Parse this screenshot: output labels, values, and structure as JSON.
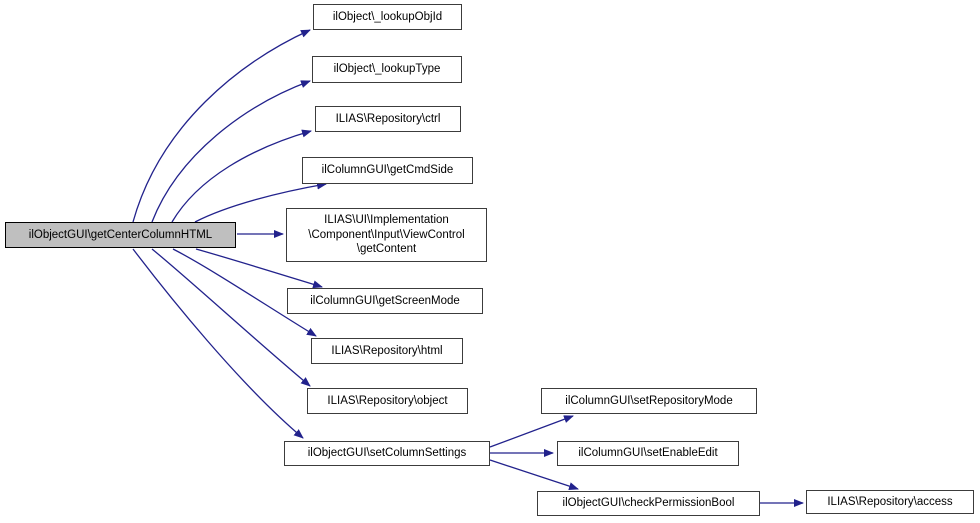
{
  "colors": {
    "background": "#ffffff",
    "edge": "#22228c",
    "node_fill": "#ffffff",
    "node_border": "#3c3c3c",
    "main_node_fill": "#bfbfbf",
    "main_node_border": "#000000",
    "text": "#000000"
  },
  "nodes": {
    "main": {
      "label": "ilObjectGUI\\getCenterColumnHTML"
    },
    "lookup_obj_id": {
      "label": "ilObject\\_lookupObjId"
    },
    "lookup_type": {
      "label": "ilObject\\_lookupType"
    },
    "repository_ctrl": {
      "label": "ILIAS\\Repository\\ctrl"
    },
    "get_cmd_side": {
      "label": "ilColumnGUI\\getCmdSide"
    },
    "view_control_get_content": {
      "label": "ILIAS\\UI\\Implementation\n\\Component\\Input\\ViewControl\n\\getContent"
    },
    "get_screen_mode": {
      "label": "ilColumnGUI\\getScreenMode"
    },
    "repository_html": {
      "label": "ILIAS\\Repository\\html"
    },
    "repository_object": {
      "label": "ILIAS\\Repository\\object"
    },
    "set_column_settings": {
      "label": "ilObjectGUI\\setColumnSettings"
    },
    "set_repository_mode": {
      "label": "ilColumnGUI\\setRepositoryMode"
    },
    "set_enable_edit": {
      "label": "ilColumnGUI\\setEnableEdit"
    },
    "check_permission_bool": {
      "label": "ilObjectGUI\\checkPermissionBool"
    },
    "repository_access": {
      "label": "ILIAS\\Repository\\access"
    }
  },
  "edges": [
    {
      "from": "main",
      "to": "lookup_obj_id"
    },
    {
      "from": "main",
      "to": "lookup_type"
    },
    {
      "from": "main",
      "to": "repository_ctrl"
    },
    {
      "from": "main",
      "to": "get_cmd_side"
    },
    {
      "from": "main",
      "to": "view_control_get_content"
    },
    {
      "from": "main",
      "to": "get_screen_mode"
    },
    {
      "from": "main",
      "to": "repository_html"
    },
    {
      "from": "main",
      "to": "repository_object"
    },
    {
      "from": "main",
      "to": "set_column_settings"
    },
    {
      "from": "set_column_settings",
      "to": "set_repository_mode"
    },
    {
      "from": "set_column_settings",
      "to": "set_enable_edit"
    },
    {
      "from": "set_column_settings",
      "to": "check_permission_bool"
    },
    {
      "from": "check_permission_bool",
      "to": "repository_access"
    }
  ]
}
